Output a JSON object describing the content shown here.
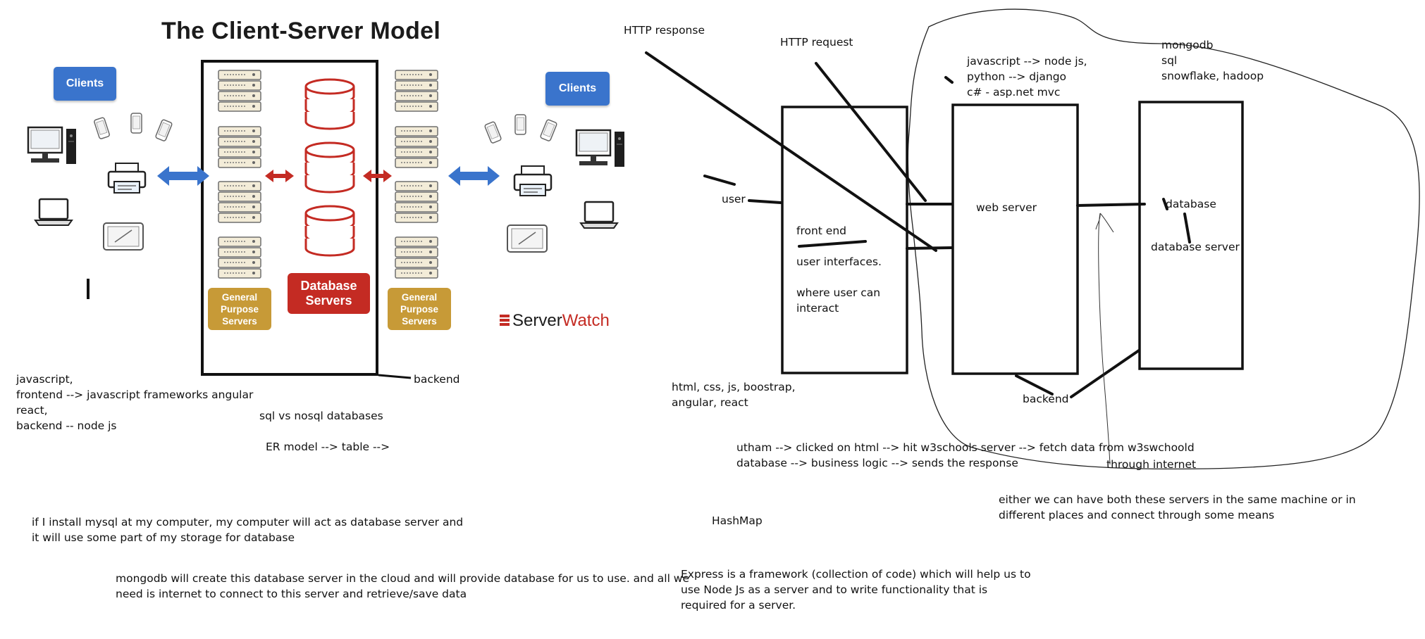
{
  "left_diagram": {
    "title": "The Client-Server Model",
    "clients_left": "Clients",
    "clients_right": "Clients",
    "general_purpose_left": "General\nPurpose\nServers",
    "general_purpose_right": "General\nPurpose\nServers",
    "database_servers": "Database\nServers",
    "brand_prefix": "Server",
    "brand_suffix": "Watch",
    "colors": {
      "blue": "#3a74cc",
      "gold": "#c79a37",
      "red": "#c42b23"
    }
  },
  "notes": {
    "backend_left": "backend",
    "js_stack": "javascript,\nfrontend --> javascript frameworks angular\nreact,\nbackend -- node js",
    "sql_nosql": "sql vs nosql databases",
    "er_model": "ER model --> table -->",
    "mysql": "if I install mysql at my computer, my computer will act as database server and\nit will use some part of my storage for database",
    "mongodb_cloud": "mongodb will create this database server in the cloud and will provide database for us to use. and all we\nneed is internet to connect to this server and retrieve/save data",
    "hashmap": "HashMap",
    "express": "Express is a framework (collection of code) which will help us to\nuse Node Js as a server and to write functionality that is\nrequired for a server.",
    "utham": "utham --> clicked on html --> hit w3schools server --> fetch data from w3swchoold\ndatabase --> business logic --> sends the response",
    "through_internet": "through internet",
    "either": "either we can have both these servers in the same machine or in\ndifferent places and connect through some means"
  },
  "right_diagram": {
    "http_response": "HTTP response",
    "http_request": "HTTP request",
    "languages": "javascript --> node js,\npython --> django\nc# - asp.net mvc",
    "databases": "mongodb\nsql\nsnowflake, hadoop",
    "user": "user",
    "front_end": "front end",
    "user_interfaces": "user interfaces.",
    "where_user": "where user can\ninteract",
    "web_server": "web server",
    "database": "database",
    "database_server": "database server",
    "html_stack": "html, css, js, boostrap,\nangular, react",
    "backend": "backend"
  }
}
